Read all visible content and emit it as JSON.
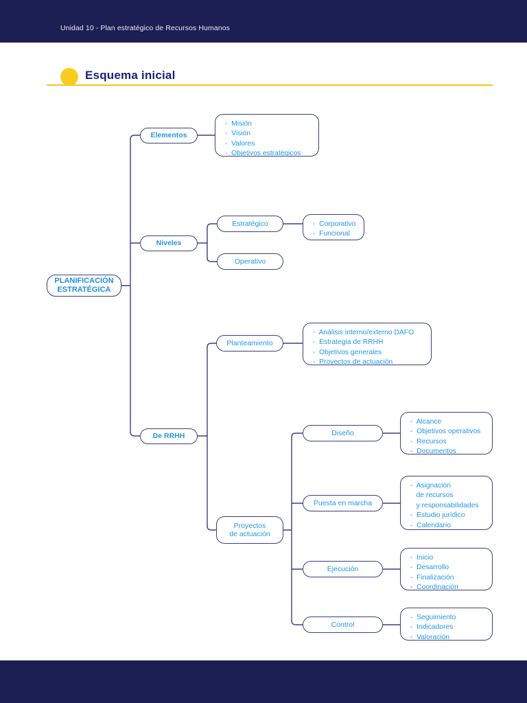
{
  "header": {
    "breadcrumb": "Unidad 10 - Plan estratégico de Recursos Humanos"
  },
  "section": {
    "title": "Esquema inicial",
    "bullet_color": "#f7cd1d",
    "rule_color": "#f5c518",
    "title_color": "#1b1f7a"
  },
  "theme": {
    "band_color": "#1b1f53",
    "node_border": "#3b3f80",
    "node_text": "#2196e8",
    "page_background": "#ffffff"
  },
  "chart_data": {
    "type": "diagram",
    "title": "Esquema inicial",
    "root": "PLANIFICACIÓN\nESTRATÉGICA",
    "nodes": {
      "root": "PLANIFICACIÓN\nESTRATÉGICA",
      "elementos": "Elementos",
      "niveles": "Niveles",
      "de_rrhh": "De RRHH",
      "estrategico": "Estratégico",
      "operativo": "Operativo",
      "planteamiento": "Planteamiento",
      "proyectos": "Proyectos\nde actuación",
      "diseno": "Diseño",
      "puesta": "Puesta en marcha",
      "ejecucion": "Ejecución",
      "control": "Control"
    },
    "lists": {
      "elementos_items": [
        "-  Misión",
        "-  Visión",
        "-  Valores",
        "-  Objetivos estratégicos"
      ],
      "estrategico_items": [
        "-  Corporativo",
        "-  Funcional"
      ],
      "planteamiento_items": [
        "-  Análisis interno/externo DAFO",
        "-  Estrategia de RRHH",
        "-  Objetivos generales",
        "-  Proyectos de actuación"
      ],
      "diseno_items": [
        "-  Alcance",
        "-  Objetivos operativos",
        "-  Recursos",
        "-  Documentos"
      ],
      "puesta_items": [
        "-  Asignación",
        "   de recursos",
        "   y responsabilidades",
        "-  Estudio jurídico",
        "-  Calendario"
      ],
      "ejecucion_items": [
        "-  Inicio",
        "-  Desarrollo",
        "-  Finalización",
        "-  Coordinación"
      ],
      "control_items": [
        "-  Seguimiento",
        "-  Indicadores",
        "-  Valoración"
      ]
    },
    "edges": [
      [
        "root",
        "elementos"
      ],
      [
        "root",
        "niveles"
      ],
      [
        "root",
        "de_rrhh"
      ],
      [
        "elementos",
        "elementos_items"
      ],
      [
        "niveles",
        "estrategico"
      ],
      [
        "niveles",
        "operativo"
      ],
      [
        "estrategico",
        "estrategico_items"
      ],
      [
        "de_rrhh",
        "planteamiento"
      ],
      [
        "de_rrhh",
        "proyectos"
      ],
      [
        "planteamiento",
        "planteamiento_items"
      ],
      [
        "proyectos",
        "diseno"
      ],
      [
        "proyectos",
        "puesta"
      ],
      [
        "proyectos",
        "ejecucion"
      ],
      [
        "proyectos",
        "control"
      ],
      [
        "diseno",
        "diseno_items"
      ],
      [
        "puesta",
        "puesta_items"
      ],
      [
        "ejecucion",
        "ejecucion_items"
      ],
      [
        "control",
        "control_items"
      ]
    ]
  }
}
